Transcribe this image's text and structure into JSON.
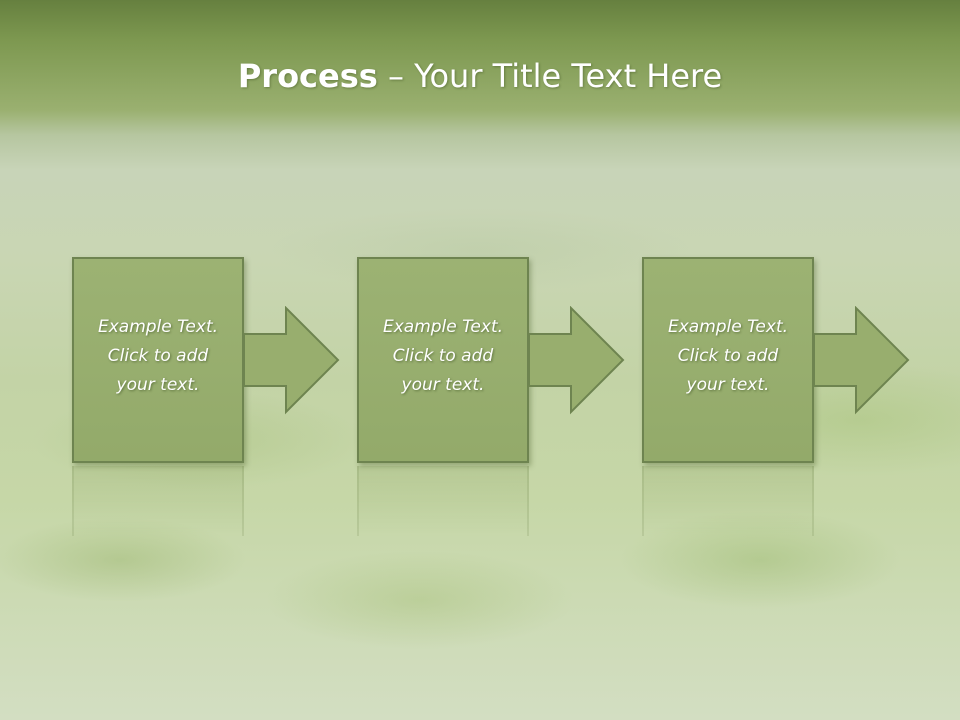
{
  "title": {
    "bold": "Process",
    "rest": " – Your Title Text Here"
  },
  "steps": [
    {
      "text": "Example Text.\nClick  to add\nyour text."
    },
    {
      "text": "Example Text.\nClick  to add\nyour text."
    },
    {
      "text": "Example Text.\nClick  to add\nyour text."
    }
  ],
  "colors": {
    "box_fill": "#9cb273",
    "box_border": "#6e8450",
    "arrow_fill": "#98ae6e",
    "text": "#ffffff"
  },
  "icons": [
    "right-arrow-icon",
    "right-arrow-icon",
    "right-arrow-icon"
  ]
}
